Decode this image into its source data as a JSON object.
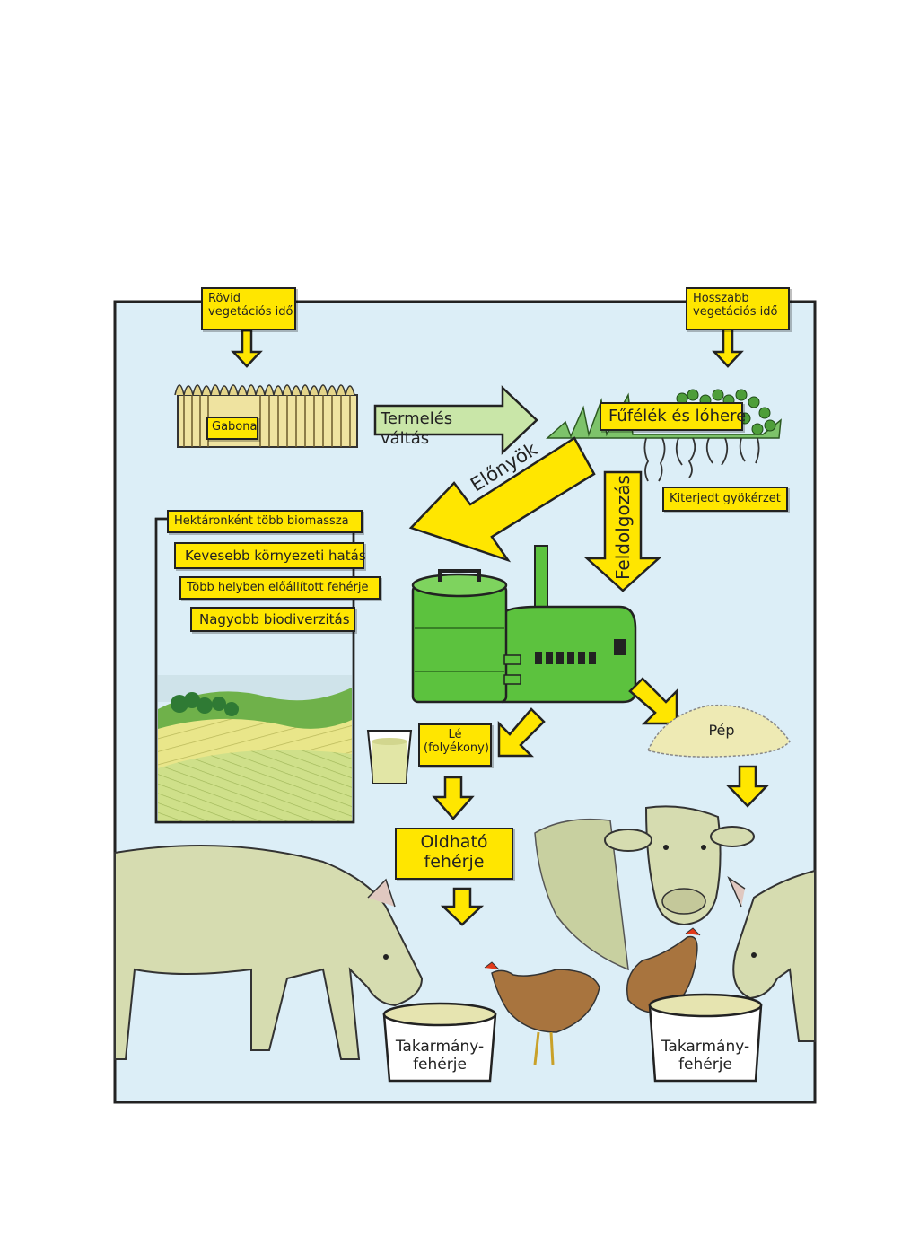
{
  "labels": {
    "short_season_line1": "Rövid",
    "short_season_line2": "vegetációs idő",
    "long_season_line1": "Hosszabb",
    "long_season_line2": "vegetációs idő",
    "grain": "Gabona",
    "production_shift": "Termelés váltás",
    "grass_clover": "Fűfélék és lóhere",
    "extensive_roots": "Kiterjedt gyökérzet",
    "benefits": "Előnyök",
    "processing": "Feldolgozás",
    "benefit_1": "Hektáronként több biomassza",
    "benefit_2": "Kevesebb környezeti hatás",
    "benefit_3": "Több helyben előállított fehérje",
    "benefit_4": "Nagyobb biodiverzitás",
    "juice_line1": "Lé",
    "juice_line2": "(folyékony)",
    "pulp": "Pép",
    "soluble_protein_line1": "Oldható",
    "soluble_protein_line2": "fehérje",
    "feed_protein_left_line1": "Takarmány-",
    "feed_protein_left_line2": "fehérje",
    "feed_protein_right_line1": "Takarmány-",
    "feed_protein_right_line2": "fehérje"
  },
  "colors": {
    "sky": "#dceef7",
    "label_yellow": "#ffe600",
    "shift_arrow": "#c9e6a8",
    "machine_green": "#5cc23e",
    "grain": "#efe3a0",
    "animal": "#d6dcb0",
    "hen": "#a8743e"
  },
  "icons": [
    "grain-field-icon",
    "grass-clover-icon",
    "landscape-icon",
    "processing-machine-icon",
    "juice-glass-icon",
    "pulp-pile-icon",
    "pig-icon",
    "cow-icon",
    "hen-icon",
    "feed-bucket-icon"
  ]
}
